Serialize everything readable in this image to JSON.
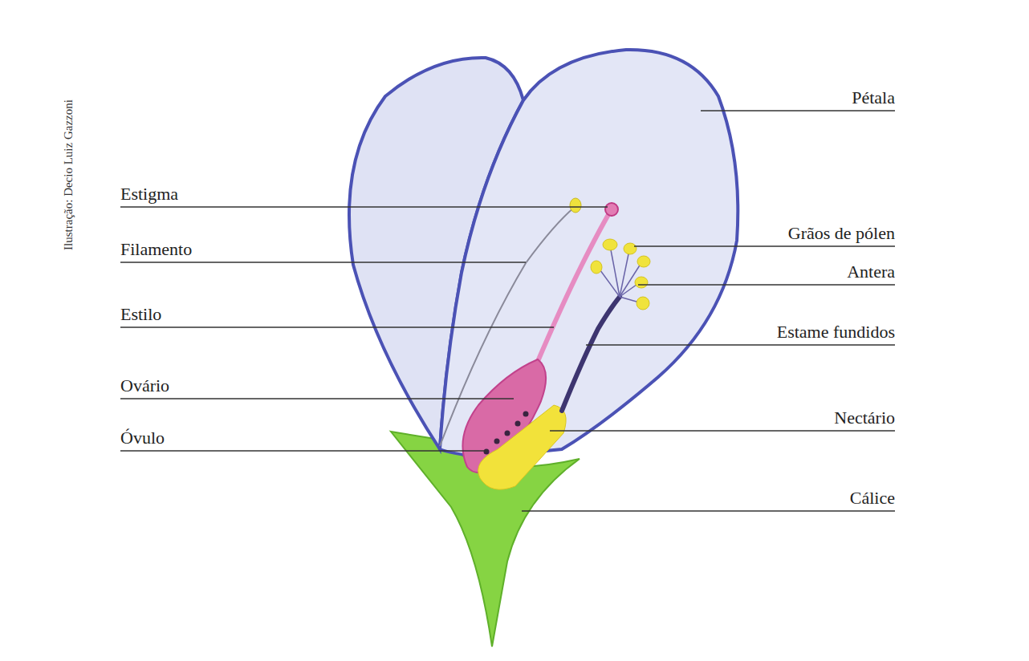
{
  "diagram": {
    "labels": [
      "Ilustração: Decio Luiz Gazzoni",
      "Pétala",
      "Estigma",
      "Grãos de pólen",
      "Filamento",
      "Antera",
      "Estilo",
      "Estame fundidos",
      "Ovário",
      "Nectário",
      "Óvulo",
      "Cálice"
    ]
  }
}
